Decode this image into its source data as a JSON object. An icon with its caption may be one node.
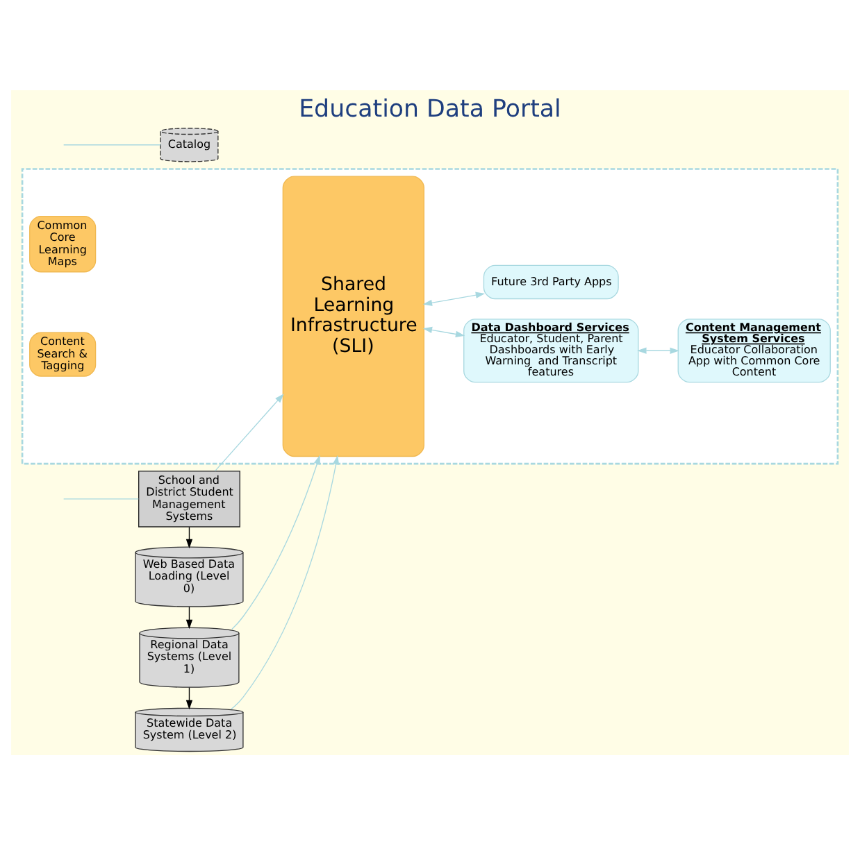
{
  "diagram": {
    "title": "Education Data Portal",
    "nodes": [
      {
        "text": [
          "Statewide Data System (Level 2)"
        ]
      },
      {
        "text": [
          "Regional Data Systems (Level 1)"
        ]
      },
      {
        "text": [
          "Web Based Data Loading (Level 0)"
        ]
      },
      {
        "text": [
          "School and District Student Management Systems"
        ]
      },
      {
        "text": [
          "Catalog"
        ]
      },
      {
        "text": [],
        "shape": "box"
      },
      {
        "text": [
          "Shared Learning Infrastructure (SLI)"
        ],
        "in": 5
      },
      {
        "text": [
          "Data Dashboard Services",
          "Educator, Student, Parent Dashboards with Early Warning  and Transcript features"
        ],
        "in": 5
      },
      {
        "text": [
          "Content Management System Services",
          "Educator Collaboration App with Common Core Content"
        ],
        "in": 5
      },
      {
        "text": [
          "Future 3rd Party Apps"
        ],
        "in": 5
      },
      {
        "text": [
          "Common Core Learning Maps"
        ],
        "in": 5
      },
      {
        "text": [
          "Content Search & Tagging"
        ],
        "in": 5
      }
    ],
    "edges": [
      {
        "from": 1,
        "to": 0,
        "arrow": "to",
        "color": "#000000"
      },
      {
        "from": 2,
        "to": 1,
        "arrow": "to",
        "color": "#000000"
      },
      {
        "from": 3,
        "to": 2,
        "arrow": "to",
        "color": "#000000"
      },
      {
        "from": 0,
        "to": 6,
        "arrow": "to"
      },
      {
        "from": 1,
        "to": 6,
        "arrow": "to"
      },
      {
        "from": 3,
        "to": 6,
        "arrow": "to"
      },
      {
        "from": null,
        "to": 3,
        "arrow": "none"
      },
      {
        "from": null,
        "to": 4,
        "arrow": "none"
      },
      {
        "from": 6,
        "to": 7,
        "arrow": "both"
      },
      {
        "from": 7,
        "to": 8,
        "arrow": "both"
      },
      {
        "from": 6,
        "to": 9,
        "arrow": "both"
      }
    ]
  }
}
